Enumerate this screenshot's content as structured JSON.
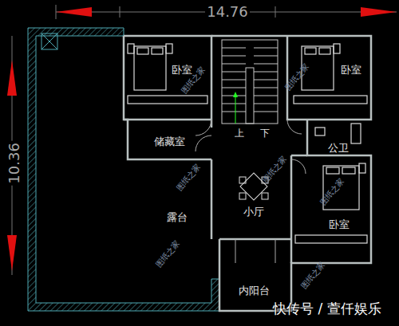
{
  "diagram": {
    "labels": [
      "14.76",
      "10.36",
      "卧室",
      "卧室",
      "上",
      "下",
      "储藏室",
      "公卫",
      "小厅",
      "卧室",
      "露台",
      "内阳台",
      "图纸之家",
      "图纸之家",
      "图纸之家",
      "图纸之家",
      "图纸之家",
      "图纸之家",
      "图纸之家",
      "快传号 / 萱仟娱乐"
    ]
  }
}
